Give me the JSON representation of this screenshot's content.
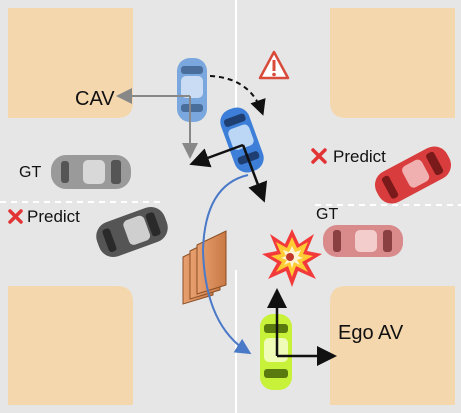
{
  "labels": {
    "cav": "CAV",
    "gt_left": "GT",
    "predict_left": "Predict",
    "predict_right": "Predict",
    "gt_right": "GT",
    "ego": "Ego AV"
  },
  "icons": {
    "warning": "warning-triangle-icon",
    "wrong_prediction": "red-x-icon",
    "collision": "explosion-icon",
    "data_flow": "blue-curved-arrow",
    "occlusion": "wooden-board-obstacle"
  },
  "colors": {
    "ground": "#f5d7ad",
    "road": "#e6e6e6",
    "lane_marking": "#ffffff",
    "cav_car": "#3d7fd8",
    "cav_ghost_car": "#7aa7dd",
    "gt_car": "#9a9a9a",
    "predict_car": "#555555",
    "right_predict_car": "#d93c3c",
    "right_gt_car": "#d98a8a",
    "ego_car": "#c8f23a",
    "flow_arrow": "#4a79c8",
    "warning": "#d84a3a",
    "wrong_mark": "#e23434"
  }
}
